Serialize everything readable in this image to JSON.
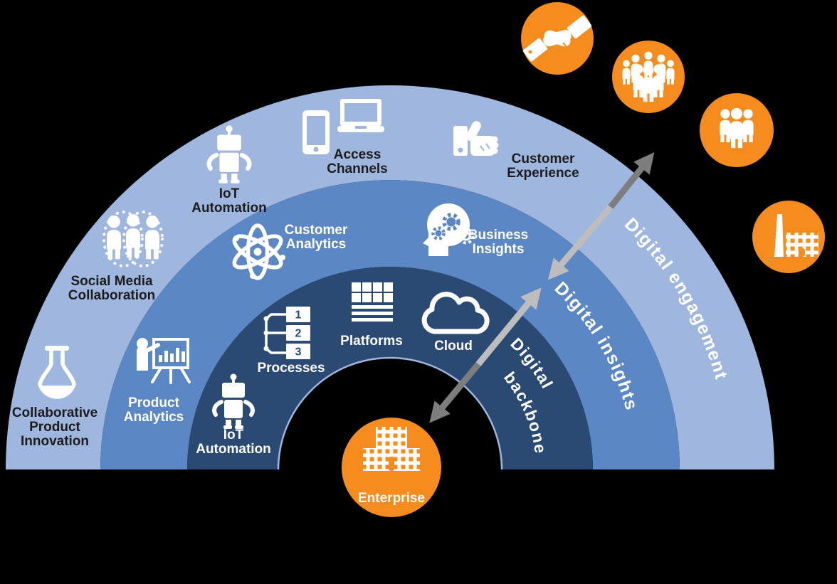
{
  "title": "Digital transformation layers diagram",
  "colors": {
    "background": "#000000",
    "ring_inner": "#2A4A74",
    "ring_middle": "#5C87C5",
    "ring_outer": "#9FB6DF",
    "accent_orange": "#F68B1E",
    "arrow_dark": "#7D7D7D",
    "arrow_light": "#BDBDBD",
    "text_dark": "#1C1C1C",
    "text_light": "#FFFFFF"
  },
  "center": {
    "label": "Enterprise",
    "icon": "building-icon"
  },
  "rings": [
    {
      "name": "Digital backbone",
      "label_lines": [
        "Digital",
        "backbone"
      ],
      "items": [
        {
          "name": "IoT Automation",
          "lines": [
            "IoT",
            "Automation"
          ],
          "icon": "robot-icon"
        },
        {
          "name": "Processes",
          "lines": [
            "Processes"
          ],
          "icon": "process-steps-icon",
          "steps": [
            "1",
            "2",
            "3"
          ]
        },
        {
          "name": "Platforms",
          "lines": [
            "Platforms"
          ],
          "icon": "platforms-grid-icon"
        },
        {
          "name": "Cloud",
          "lines": [
            "Cloud"
          ],
          "icon": "cloud-icon"
        }
      ]
    },
    {
      "name": "Digital insights",
      "label_lines": [
        "Digital insights"
      ],
      "items": [
        {
          "name": "Product Analytics",
          "lines": [
            "Product",
            "Analytics"
          ],
          "icon": "presenter-chart-icon"
        },
        {
          "name": "Customer Analytics",
          "lines": [
            "Customer",
            "Analytics"
          ],
          "icon": "atom-icon"
        },
        {
          "name": "Business Insights",
          "lines": [
            "Business",
            "Insights"
          ],
          "icon": "head-gears-icon"
        }
      ]
    },
    {
      "name": "Digital engagement",
      "label_lines": [
        "Digital engagement"
      ],
      "items": [
        {
          "name": "Collaborative Product Innovation",
          "lines": [
            "Collaborative",
            "Product",
            "Innovation"
          ],
          "icon": "flask-icon"
        },
        {
          "name": "Social Media Collaboration",
          "lines": [
            "Social Media",
            "Collaboration"
          ],
          "icon": "social-people-icon"
        },
        {
          "name": "IoT Automation",
          "lines": [
            "IoT",
            "Automation"
          ],
          "icon": "robot-icon"
        },
        {
          "name": "Access Channels",
          "lines": [
            "Access",
            "Channels"
          ],
          "icon": "phone-laptop-icon"
        },
        {
          "name": "Customer Experience",
          "lines": [
            "Customer",
            "Experience"
          ],
          "icon": "thumbs-up-icon"
        }
      ]
    }
  ],
  "satellites": [
    {
      "icon": "handshake-icon"
    },
    {
      "icon": "crowd-icon"
    },
    {
      "icon": "people-group-icon"
    },
    {
      "icon": "factory-icon"
    }
  ],
  "arrows": {
    "style": "bidirectional",
    "count": 2
  }
}
